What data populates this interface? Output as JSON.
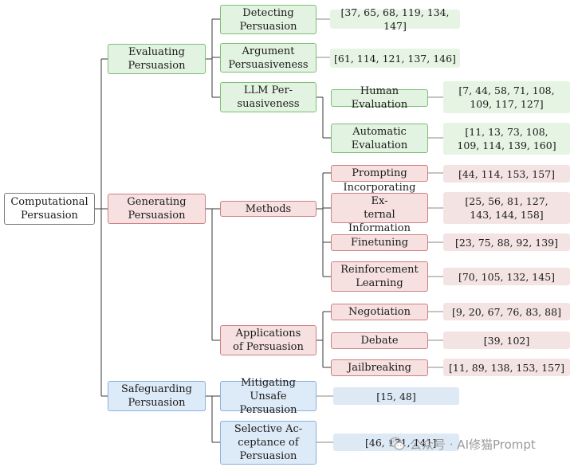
{
  "colors": {
    "evaluating": "#7cbf74",
    "generating": "#cf7f84",
    "safeguarding": "#87b1dc"
  },
  "tree": {
    "root": "Computational\nPersuasion",
    "evaluating": {
      "label": "Evaluating\nPersuasion",
      "detecting": {
        "label": "Detecting\nPersuasion",
        "refs": "[37, 65, 68, 119, 134, 147]"
      },
      "argument": {
        "label": "Argument\nPersuasiveness",
        "refs": "[61, 114, 121, 137, 146]"
      },
      "llm": {
        "label": "LLM Per-\nsuasiveness",
        "human": {
          "label": "Human Evaluation",
          "refs": "[7, 44, 58, 71, 108,\n109, 117, 127]"
        },
        "automatic": {
          "label": "Automatic\nEvaluation",
          "refs": "[11, 13, 73, 108,\n109, 114, 139, 160]"
        }
      }
    },
    "generating": {
      "label": "Generating\nPersuasion",
      "methods": {
        "label": "Methods",
        "prompting": {
          "label": "Prompting",
          "refs": "[44, 114, 153, 157]"
        },
        "incorporating": {
          "label": "Incorporating Ex-\nternal Information",
          "refs": "[25, 56, 81, 127,\n143, 144, 158]"
        },
        "finetuning": {
          "label": "Finetuning",
          "refs": "[23, 75, 88, 92, 139]"
        },
        "reinforcement": {
          "label": "Reinforcement\nLearning",
          "refs": "[70, 105, 132, 145]"
        }
      },
      "applications": {
        "label": "Applications\nof Persuasion",
        "negotiation": {
          "label": "Negotiation",
          "refs": "[9, 20, 67, 76, 83, 88]"
        },
        "debate": {
          "label": "Debate",
          "refs": "[39, 102]"
        },
        "jailbreaking": {
          "label": "Jailbreaking",
          "refs": "[11, 89, 138, 153, 157]"
        }
      }
    },
    "safeguarding": {
      "label": "Safeguarding\nPersuasion",
      "mitigating": {
        "label": "Mitigating Unsafe\nPersuasion",
        "refs": "[15, 48]"
      },
      "selective": {
        "label": "Selective Ac-\nceptance of\nPersuasion",
        "refs": "[46, 131, 141]"
      }
    }
  },
  "watermark": {
    "text": "公众号 · AI修猫Prompt",
    "icon": "wechat-icon"
  }
}
